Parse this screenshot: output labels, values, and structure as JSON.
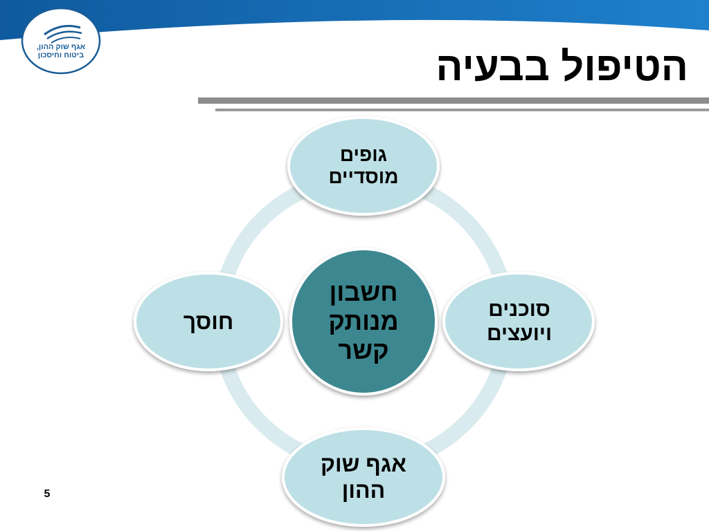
{
  "header": {
    "logo_lines": [
      "אגף שוק ההון,",
      "ביטוח וחיסכון"
    ],
    "title": "הטיפול בבעיה"
  },
  "diagram": {
    "center": {
      "lines": [
        "חשבון",
        "מנותק",
        "קשר"
      ]
    },
    "nodes": {
      "top": {
        "lines": [
          "גופים",
          "מוסדיים"
        ]
      },
      "right": {
        "lines": [
          "סוכנים",
          "ויועצים"
        ]
      },
      "bottom": {
        "lines": [
          "אגף שוק",
          "ההון"
        ]
      },
      "left": {
        "lines": [
          "חוסך"
        ]
      }
    }
  },
  "footer": {
    "page_number": "5"
  },
  "colors": {
    "banner_blue": "#1b74bf",
    "center_fill": "#3d8890",
    "node_fill": "#bde0e6",
    "ring": "#d9ebee"
  }
}
